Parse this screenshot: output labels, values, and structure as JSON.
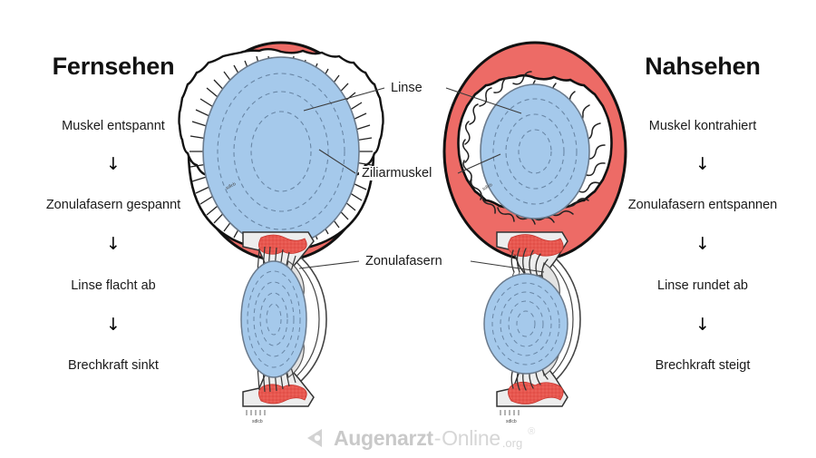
{
  "figure": {
    "title_left": "Fernsehen",
    "title_right": "Nahsehen",
    "background_color": "#ffffff"
  },
  "colors": {
    "ciliary_muscle": "#ED6B66",
    "lens": "#A5C9EB",
    "lens_outline": "#6A7A8C",
    "outline": "#111111",
    "tissue": "#EAEAEA",
    "muscle_red": "#E8574F",
    "watermark": "#d0d0d0"
  },
  "left_column": {
    "title": "Fernsehen",
    "steps": [
      "Muskel entspannt",
      "Zonulafasern gespannt",
      "Linse flacht ab",
      "Brechkraft sinkt"
    ],
    "arrow_glyph": "↓"
  },
  "right_column": {
    "title": "Nahsehen",
    "steps": [
      "Muskel kontrahiert",
      "Zonulafasern entspannen",
      "Linse rundet ab",
      "Brechkraft steigt"
    ],
    "arrow_glyph": "↓"
  },
  "center_labels": {
    "lens": "Linse",
    "ciliary_muscle": "Ziliarmuskel",
    "zonule_fibers": "Zonulafasern"
  },
  "diagrams": {
    "top_left": {
      "view": "frontal",
      "state": "relaxed",
      "description": "Ziliarmuskel entspannt, Zonulafasern gespannt, Linse flach"
    },
    "top_right": {
      "view": "frontal",
      "state": "contracted",
      "description": "Ziliarmuskel kontrahiert, Zonulafasern entspannt, Linse rund"
    },
    "bottom_left": {
      "view": "cross-section",
      "state": "relaxed",
      "description": "Linse abgeflacht, Zonulafasern straff"
    },
    "bottom_right": {
      "view": "cross-section",
      "state": "contracted",
      "description": "Linse gerundet, Zonulafasern locker"
    }
  },
  "watermark": {
    "brand_bold": "Augenarzt",
    "brand_dash": "-",
    "brand_light": "Online",
    "tld": ".org",
    "registered": "®",
    "logo": "eye-arrow-logo"
  }
}
